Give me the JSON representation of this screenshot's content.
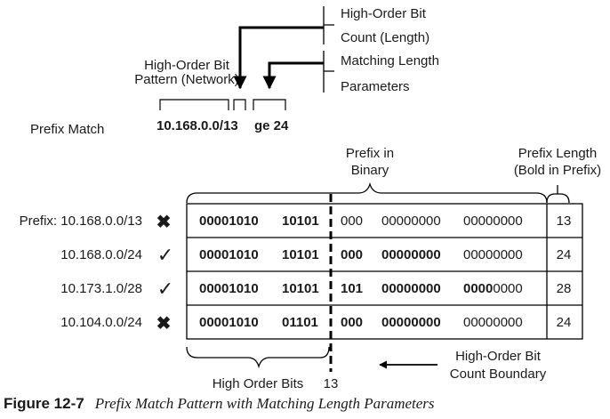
{
  "figure": {
    "label": "Figure 12-7",
    "title": "Prefix Match Pattern with Matching Length Parameters"
  },
  "command": {
    "heading": "Prefix Match",
    "prefix_text": "10.168.0.0/13",
    "ge_text": "ge 24",
    "pattern_label_line1": "High-Order Bit",
    "pattern_label_line2": "Pattern (Network)",
    "count_label_line1": "High-Order Bit",
    "count_label_line2": "Count (Length)",
    "matching_label_line1": "Matching Length",
    "matching_label_line2": "Parameters"
  },
  "table": {
    "binary_header_line1": "Prefix in",
    "binary_header_line2": "Binary",
    "length_header_line1": "Prefix Length",
    "length_header_line2": "(Bold in Prefix)",
    "rows": [
      {
        "label": "Prefix: 10.168.0.0/13",
        "mark": "✖",
        "mark_icon": "cross-icon",
        "o1": "00001010",
        "o2a": "10101",
        "o2b": "000",
        "o3": "00000000",
        "o4": "00000000",
        "len": "13"
      },
      {
        "label": "10.168.0.0/24",
        "mark": "✓",
        "mark_icon": "check-icon",
        "o1": "00001010",
        "o2a": "10101",
        "o2b": "000",
        "o3": "00000000",
        "o4": "00000000",
        "len": "24"
      },
      {
        "label": "10.173.1.0/28",
        "mark": "✓",
        "mark_icon": "check-icon",
        "o1": "00001010",
        "o2a": "10101",
        "o2b": "101",
        "o3": "00000000",
        "o4a": "0000",
        "o4b": "0000",
        "len": "28"
      },
      {
        "label": "10.104.0.0/24",
        "mark": "✖",
        "mark_icon": "cross-icon",
        "o1": "00001010",
        "o2a": "01101",
        "o2b": "000",
        "o3": "00000000",
        "o4": "00000000",
        "len": "24"
      }
    ]
  },
  "footer": {
    "high_order_bits": "High Order Bits",
    "boundary_value": "13",
    "boundary_label_line1": "High-Order Bit",
    "boundary_label_line2": "Count Boundary"
  }
}
